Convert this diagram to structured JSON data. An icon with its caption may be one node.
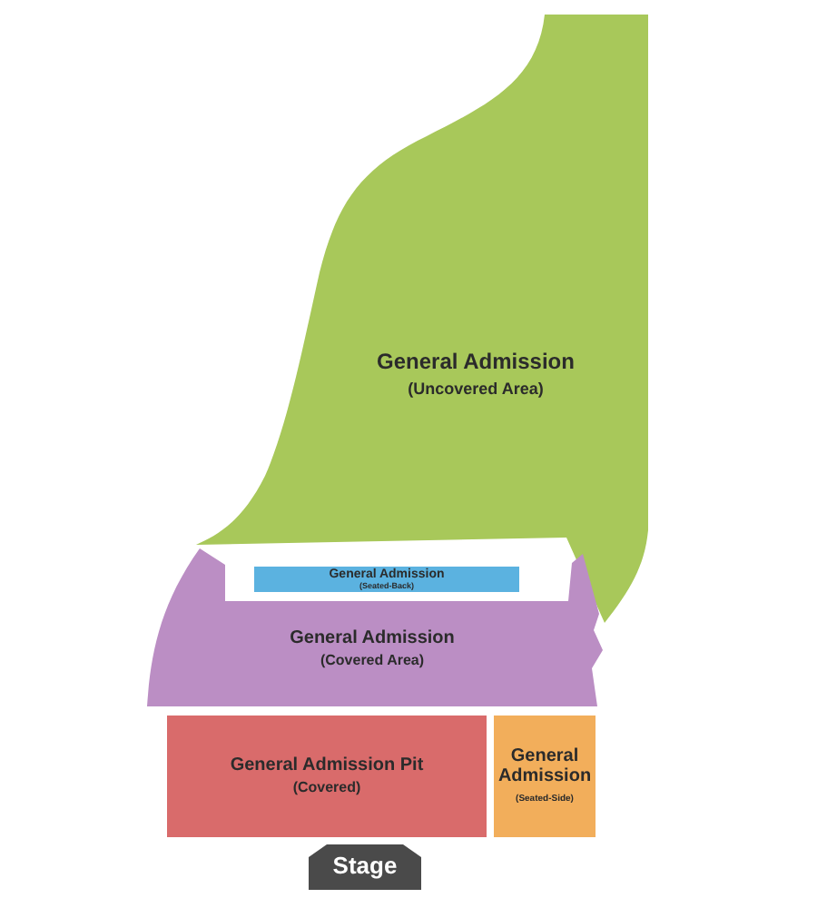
{
  "diagram": {
    "nodes": [
      {
        "text": [
          "General Admission",
          "(Uncovered Area)"
        ]
      },
      {
        "text": [
          "General Admission",
          "(Seated-Back)"
        ]
      },
      {
        "text": [
          "General Admission",
          "(Covered Area)"
        ]
      },
      {
        "text": [
          "General Admission Pit",
          "(Covered)"
        ]
      },
      {
        "text": [
          "General Admission",
          "(Seated-Side)"
        ]
      },
      {
        "text": [
          "Stage"
        ]
      }
    ]
  }
}
